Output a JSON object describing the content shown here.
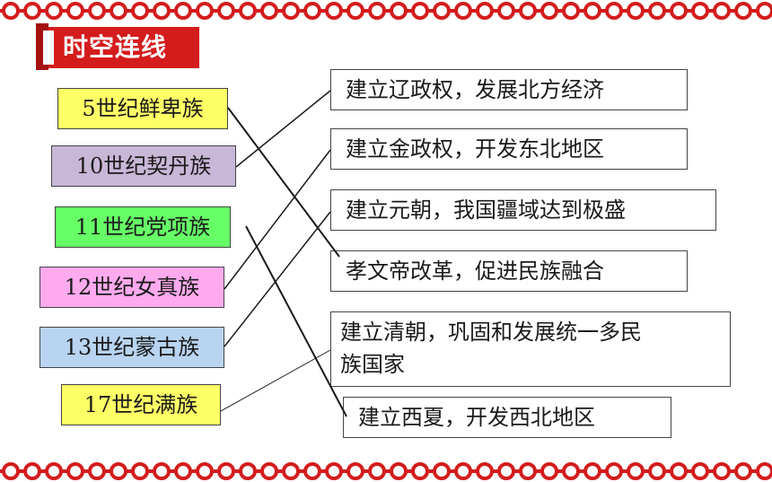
{
  "title": "时空连线",
  "colors": {
    "accent": "#d41c1c",
    "yellow": "#ffff66",
    "lavender": "#c9b7d8",
    "green": "#66ff66",
    "pink": "#ffaaee",
    "lightblue": "#b8d4f0"
  },
  "left_items": [
    {
      "label": "5世纪鲜卑族"
    },
    {
      "label": "10世纪契丹族"
    },
    {
      "label": "11世纪党项族"
    },
    {
      "label": "12世纪女真族"
    },
    {
      "label": "13世纪蒙古族"
    },
    {
      "label": "17世纪满族"
    }
  ],
  "right_items": [
    {
      "line1": "建立辽政权，发展北方经济"
    },
    {
      "line1": "建立金政权，开发东北地区"
    },
    {
      "line1": "建立元朝，我国疆域达到极盛"
    },
    {
      "line1": "孝文帝改革，促进民族融合"
    },
    {
      "line1": "建立清朝，巩固和发展统一多民",
      "line2": "族国家"
    },
    {
      "line1": "建立西夏，开发西北地区"
    }
  ]
}
